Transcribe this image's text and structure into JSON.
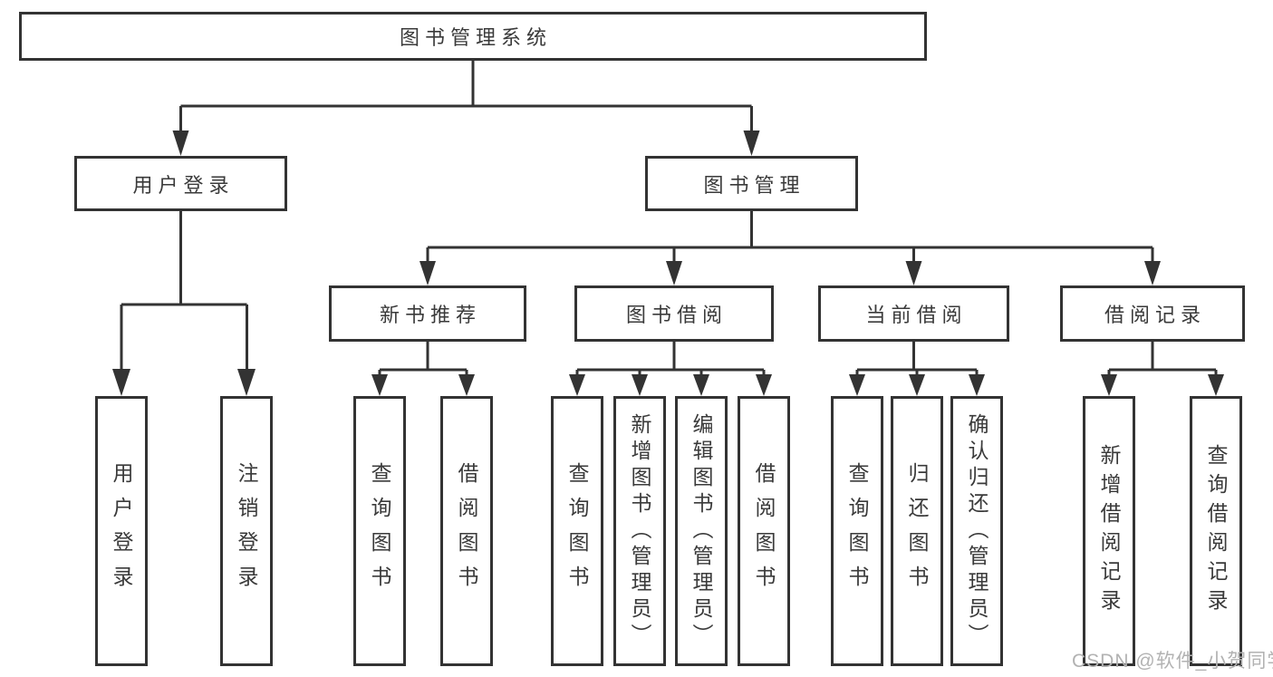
{
  "root": {
    "label": "图书管理系统"
  },
  "login": {
    "label": "用户登录",
    "children": [
      {
        "label": "用户登录"
      },
      {
        "label": "注销登录"
      }
    ]
  },
  "management": {
    "label": "图书管理",
    "sections": [
      {
        "label": "新书推荐",
        "children": [
          {
            "label": "查询图书"
          },
          {
            "label": "借阅图书"
          }
        ]
      },
      {
        "label": "图书借阅",
        "children": [
          {
            "label": "查询图书"
          },
          {
            "label": "新增图书（管理员）"
          },
          {
            "label": "编辑图书（管理员）"
          },
          {
            "label": "借阅图书"
          }
        ]
      },
      {
        "label": "当前借阅",
        "children": [
          {
            "label": "查询图书"
          },
          {
            "label": "归还图书"
          },
          {
            "label": "确认归还（管理员）"
          }
        ]
      },
      {
        "label": "借阅记录",
        "children": [
          {
            "label": "新增借阅记录"
          },
          {
            "label": "查询借阅记录"
          }
        ]
      }
    ]
  },
  "watermark": "CSDN @软件_小贺同学",
  "colors": {
    "line": "#333333",
    "text": "#3a3a3a",
    "watermark": "#b2b2b2",
    "background": "#ffffff"
  }
}
